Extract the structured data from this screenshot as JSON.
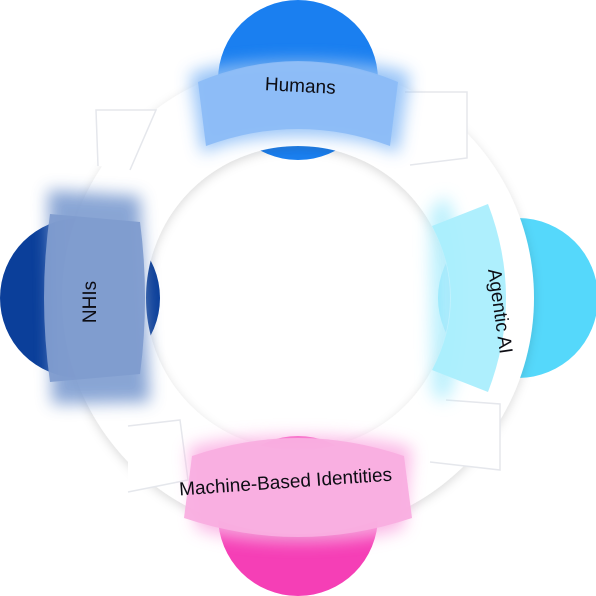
{
  "diagram": {
    "segments": [
      {
        "id": "humans",
        "label": "Humans",
        "color": "#1a7ff0"
      },
      {
        "id": "agentic-ai",
        "label": "Agentic AI",
        "color": "#55d8fb"
      },
      {
        "id": "machine-based-identities",
        "label": "Machine-Based Identities",
        "color": "#f53fb6"
      },
      {
        "id": "nhis",
        "label": "NHIs",
        "color": "#0b3f9a"
      }
    ]
  }
}
